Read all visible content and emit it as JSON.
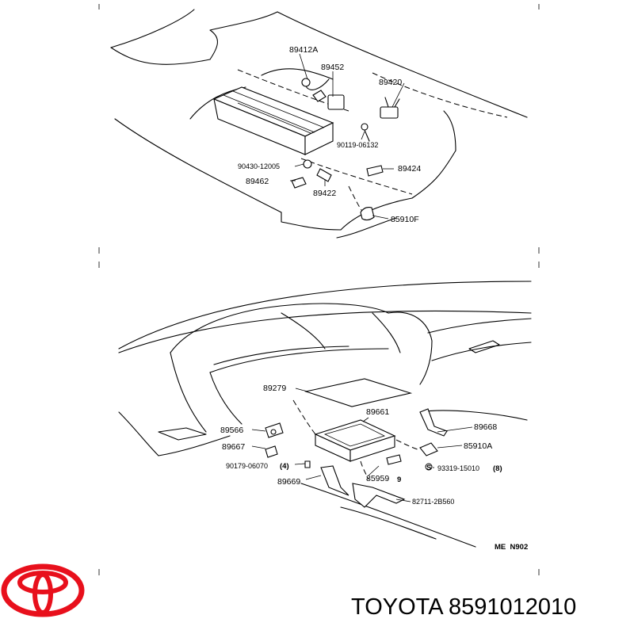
{
  "diagram": {
    "top_labels": {
      "p89412a": "89412A",
      "p89452": "89452",
      "p89420": "89420",
      "p90119": "90119-06132",
      "p90430": "90430-12005",
      "p89424": "89424",
      "p89462": "89462",
      "p89422": "89422",
      "p85910f": "85910F"
    },
    "bottom_labels": {
      "p89279": "89279",
      "p89661": "89661",
      "p89566": "89566",
      "p89668": "89668",
      "p89667": "89667",
      "p85910a": "85910A",
      "p90179": "90179-06070",
      "p4": "(4)",
      "p93319": "93319-15010",
      "p8": "(8)",
      "p89669": "89669",
      "p85959": "85959",
      "p9": "9",
      "s_mark": "S",
      "p82711": "82711-2B560",
      "code": "ME  N902"
    }
  },
  "footer": {
    "brand_part": "TOYOTA 8591012010",
    "logo_color": "#e8101c"
  }
}
